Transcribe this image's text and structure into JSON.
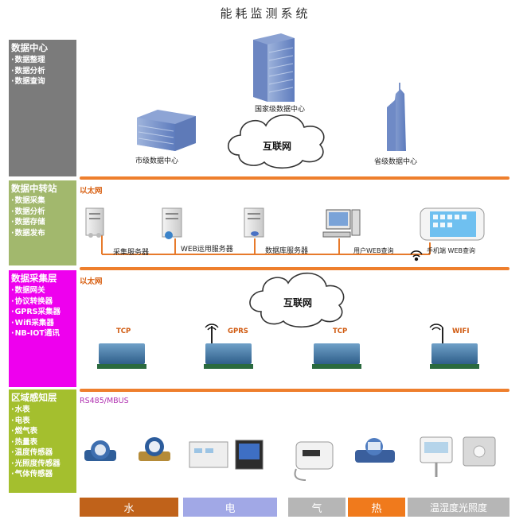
{
  "title": "能耗监测系统",
  "layers": [
    {
      "title": "数据中心",
      "items": [
        "数据整理",
        "数据分析",
        "数据查询"
      ]
    },
    {
      "title": "数据中转站",
      "items": [
        "数据采集",
        "数据分析",
        "数据存储",
        "数据发布"
      ]
    },
    {
      "title": "数据采集层",
      "items": [
        "数据网关",
        "协议转换器",
        "GPRS采集器",
        "Wifi采集器",
        "NB-IOT通讯"
      ]
    },
    {
      "title": "区域感知层",
      "items": [
        "水表",
        "电表",
        "燃气表",
        "热量表",
        "温度传感器",
        "光照度传感器",
        "气体传感器"
      ]
    }
  ],
  "data_center": {
    "national": "国家级数据中心",
    "city": "市级数据中心",
    "province": "省级数据中心",
    "internet": "互联网"
  },
  "relay": {
    "network": "以太网",
    "servers": [
      "采集服务器",
      "WEB运用服务器",
      "数据库服务器",
      "用户WEB查询",
      "手机端 WEB查询"
    ]
  },
  "acquisition": {
    "network": "以太网",
    "internet": "互联网",
    "protocols": [
      "TCP",
      "GPRS",
      "TCP",
      "WIFI"
    ]
  },
  "sensing": {
    "bus": "RS485/MBUS"
  },
  "categories": [
    "水",
    "电",
    "气",
    "热",
    "温湿度光照度"
  ],
  "colors": {
    "accent_bar": "#ee7f2d",
    "layer_1": "#7b7b7b",
    "layer_2": "#a2b86d",
    "layer_3": "#ee00ee",
    "layer_4": "#a4bf2e"
  }
}
